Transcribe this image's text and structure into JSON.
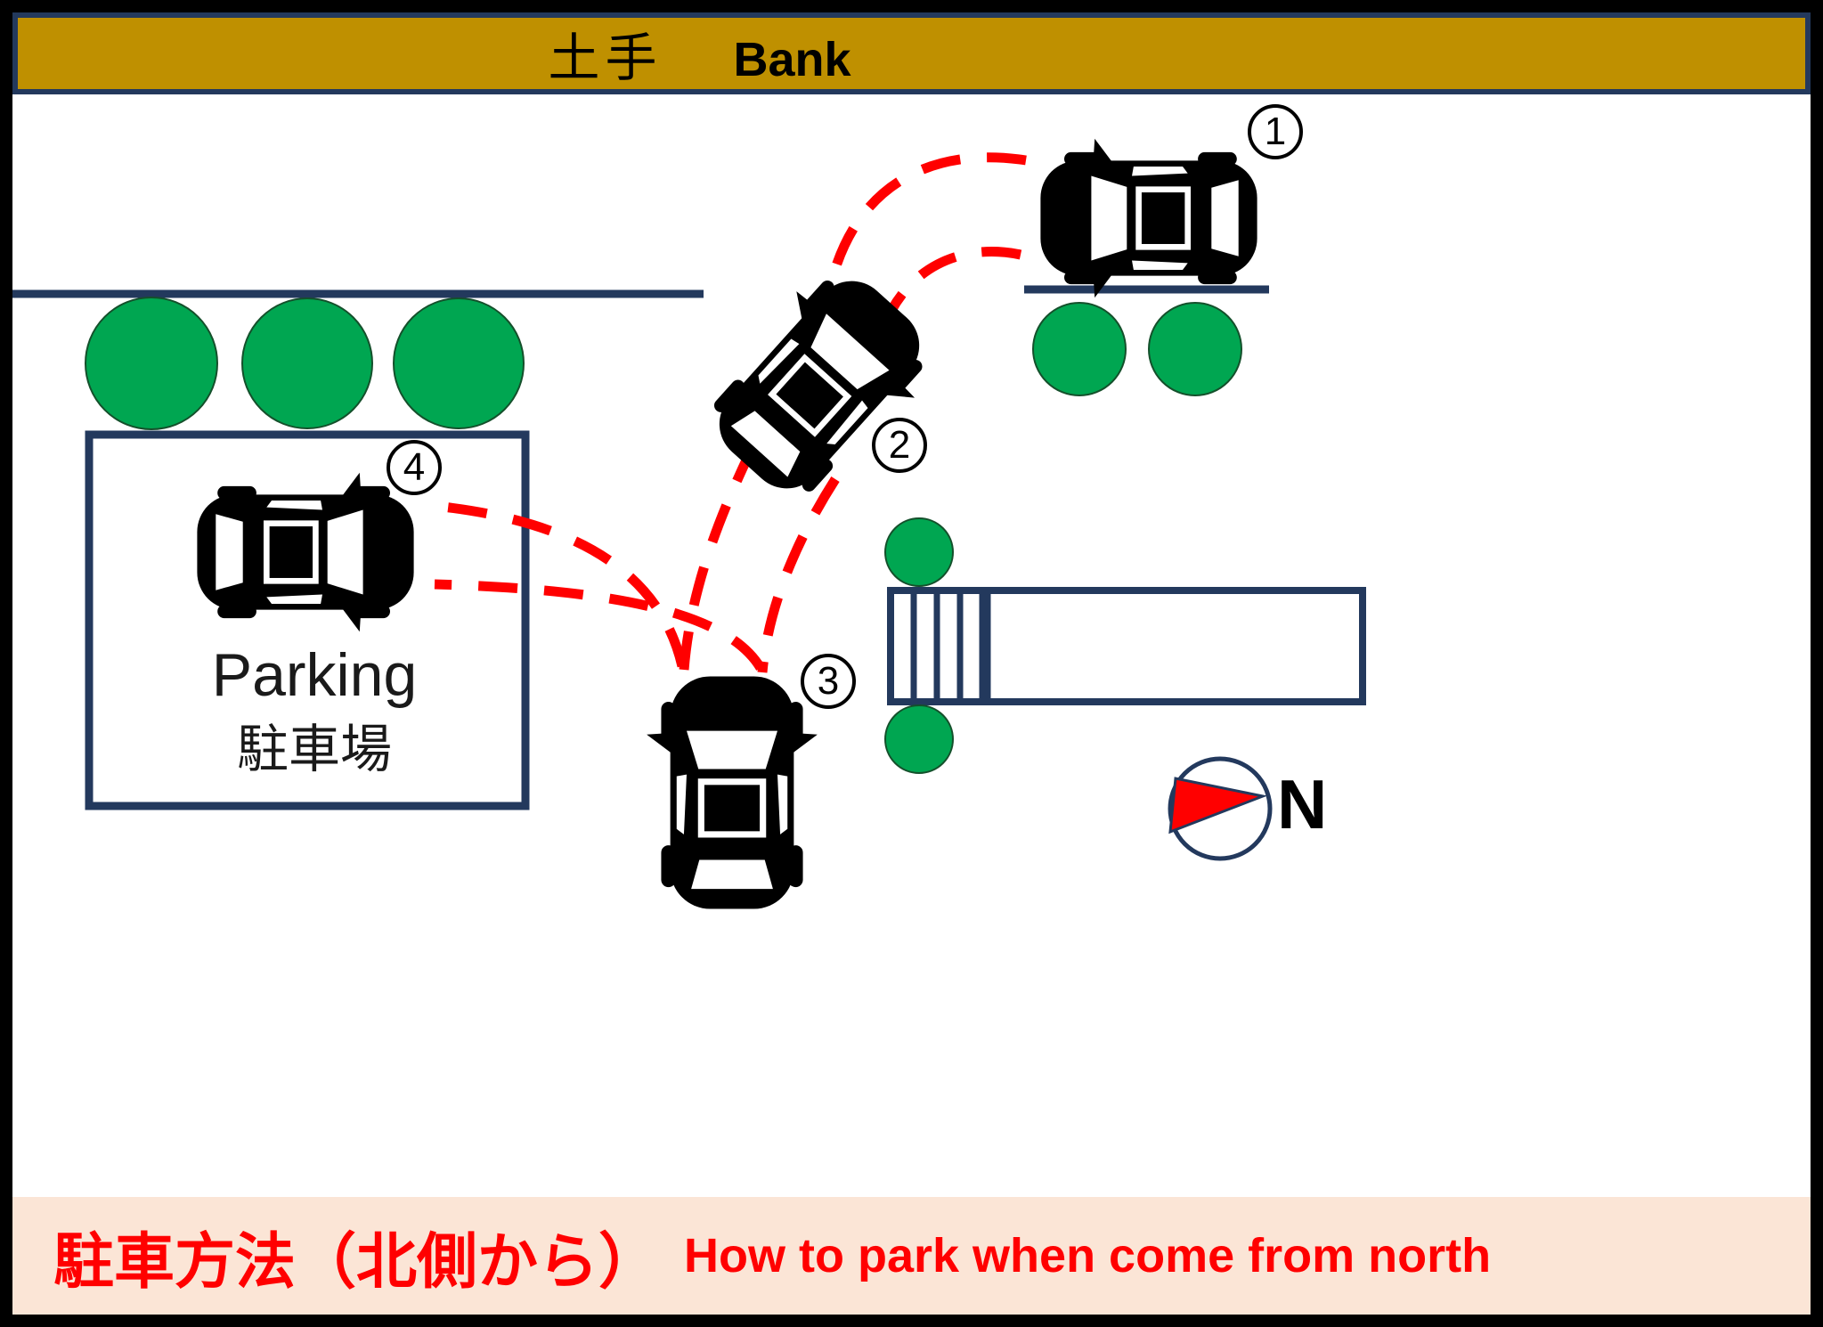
{
  "banner": {
    "title_jp": "土手",
    "title_en": "Bank"
  },
  "parking": {
    "label_en": "Parking",
    "label_jp": "駐車場"
  },
  "steps": [
    "1",
    "2",
    "3",
    "4"
  ],
  "compass": {
    "label": "N"
  },
  "footer": {
    "title_jp": "駐車方法（北側から）",
    "title_en": "How to park when come from north"
  },
  "colors": {
    "banner_bg": "#BF9000",
    "navy": "#23395D",
    "green": "#00A651",
    "path_red": "#FF0000",
    "footer_bg": "#FBE5D6",
    "footer_red": "#FF0000"
  }
}
